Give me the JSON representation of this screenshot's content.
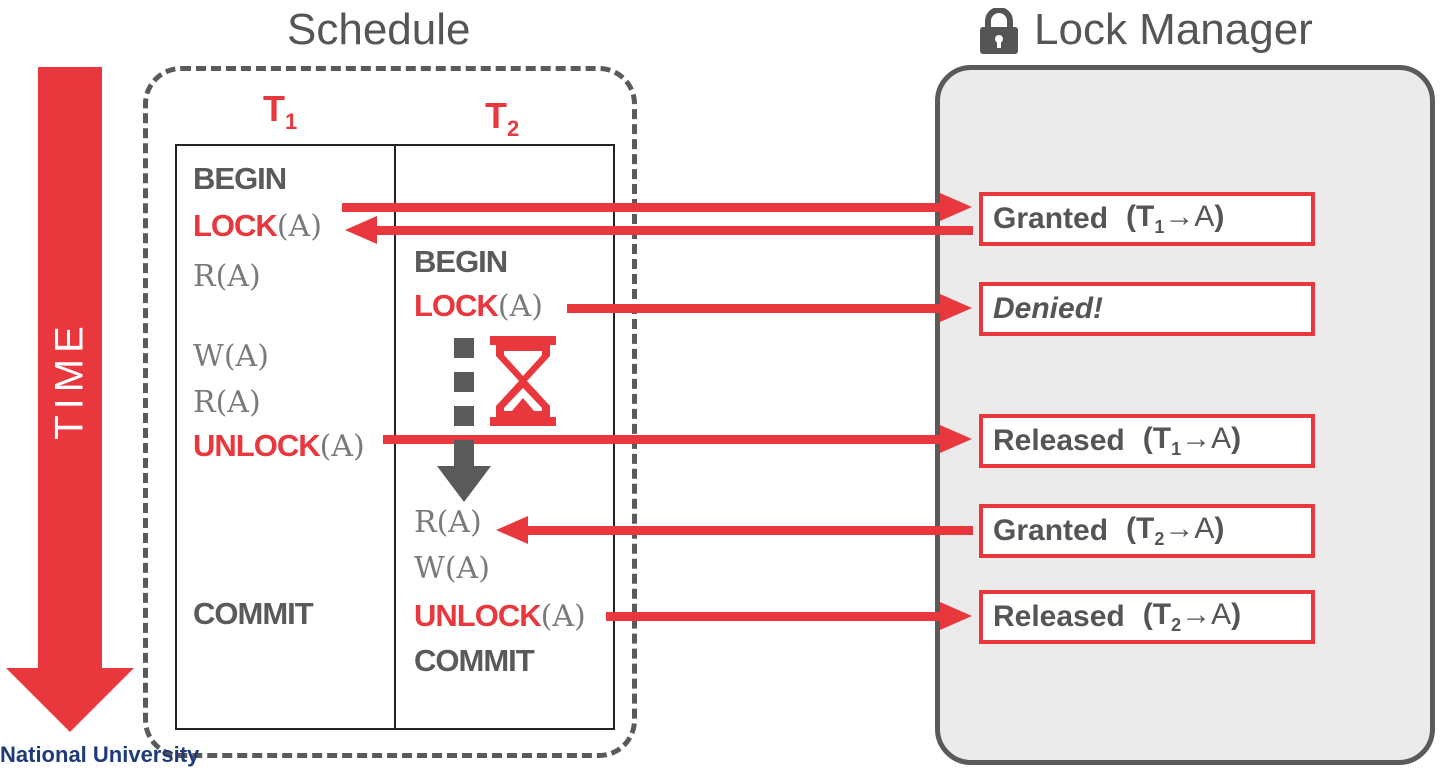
{
  "schedule": {
    "title": "Schedule",
    "time_label": "TIME",
    "columns": [
      {
        "name": "T",
        "sub": "1"
      },
      {
        "name": "T",
        "sub": "2"
      }
    ],
    "t1_ops": {
      "begin": "BEGIN",
      "lock_kw": "LOCK",
      "lock_arg": "(A)",
      "read1": "R(A)",
      "write": "W(A)",
      "read2": "R(A)",
      "unlock_kw": "UNLOCK",
      "unlock_arg": "(A)",
      "commit": "COMMIT"
    },
    "t2_ops": {
      "begin": "BEGIN",
      "lock_kw": "LOCK",
      "lock_arg": "(A)",
      "read": "R(A)",
      "write": "W(A)",
      "unlock_kw": "UNLOCK",
      "unlock_arg": "(A)",
      "commit": "COMMIT"
    }
  },
  "lock_manager": {
    "title": "Lock Manager",
    "icon": "lock-icon",
    "responses": [
      {
        "status": "Granted",
        "tx": "T",
        "tx_sub": "1",
        "arrow": "→",
        "resource": "A"
      },
      {
        "status": "Denied!"
      },
      {
        "status": "Released",
        "tx": "T",
        "tx_sub": "1",
        "arrow": "→",
        "resource": "A"
      },
      {
        "status": "Granted",
        "tx": "T",
        "tx_sub": "2",
        "arrow": "→",
        "resource": "A"
      },
      {
        "status": "Released",
        "tx": "T",
        "tx_sub": "2",
        "arrow": "→",
        "resource": "A"
      }
    ]
  },
  "wait_icon": "hourglass-icon",
  "footer": {
    "text": "National University"
  },
  "colors": {
    "accent": "#e8383e",
    "text_gray": "#5a5a5a",
    "panel_bg": "#ebebeb"
  }
}
